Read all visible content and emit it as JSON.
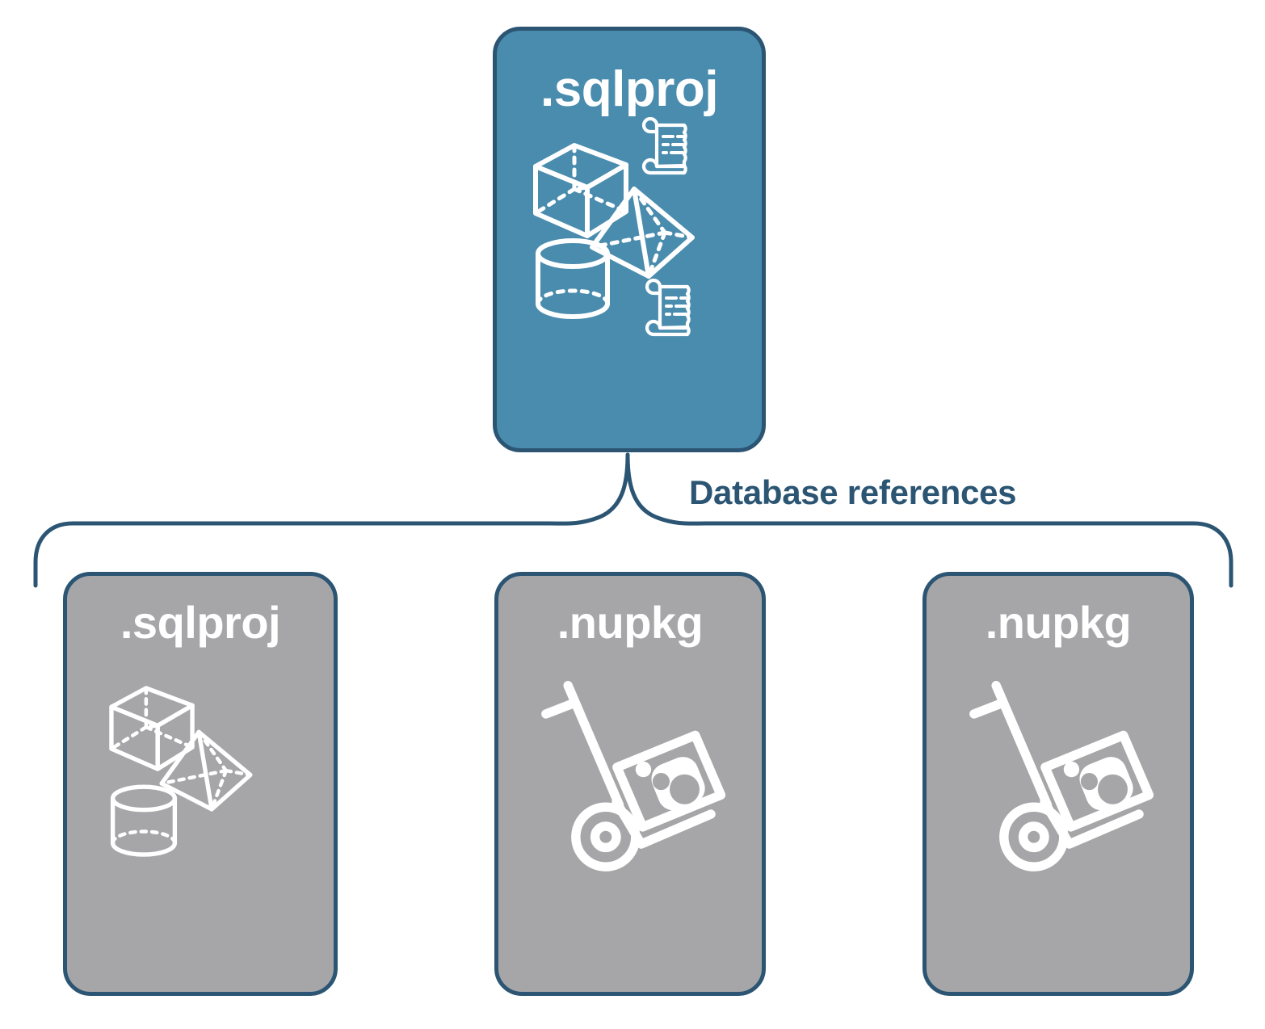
{
  "diagram": {
    "title": "Database references",
    "colors": {
      "card_blue_fill": "#4a8cae",
      "card_gray_fill": "#a6a6a8",
      "border_navy": "#2b5573",
      "icon_white": "#ffffff",
      "label_navy": "#2b5573",
      "background": "#ffffff"
    }
  },
  "root_card": {
    "label": ".sqlproj",
    "fill": "blue",
    "icons": [
      "scroll-icon",
      "cube-icon",
      "pyramid-icon",
      "cylinder-icon",
      "scroll-icon"
    ]
  },
  "connector": {
    "label": "Database references",
    "style": "curly-brace"
  },
  "referenced_cards": [
    {
      "label": ".sqlproj",
      "fill": "gray",
      "icons": [
        "cube-icon",
        "pyramid-icon",
        "cylinder-icon"
      ]
    },
    {
      "label": ".nupkg",
      "fill": "gray",
      "icons": [
        "nuget-package-dolly-icon"
      ]
    },
    {
      "label": ".nupkg",
      "fill": "gray",
      "icons": [
        "nuget-package-dolly-icon"
      ]
    }
  ]
}
